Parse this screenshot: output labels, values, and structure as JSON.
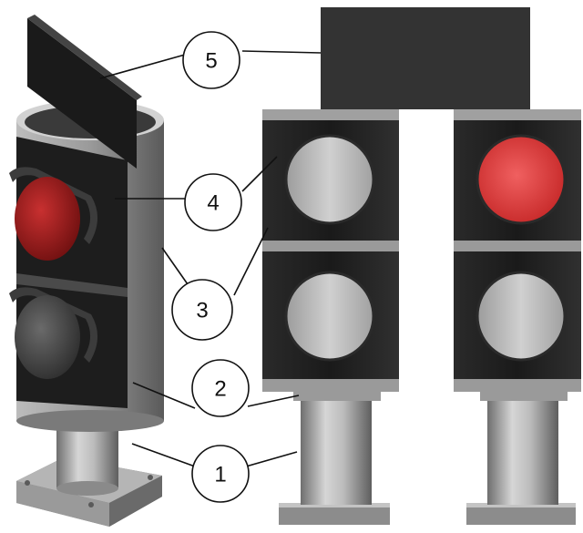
{
  "callouts": [
    {
      "id": "1",
      "label": "1"
    },
    {
      "id": "2",
      "label": "2"
    },
    {
      "id": "3",
      "label": "3"
    },
    {
      "id": "4",
      "label": "4"
    },
    {
      "id": "5",
      "label": "5"
    }
  ],
  "colors": {
    "signal_red": "#d63a3a",
    "lens_off": "#bdbdbd",
    "housing": "#1c1c1c",
    "plate": "#3a3a3a",
    "metal": "#a8a8a8"
  }
}
